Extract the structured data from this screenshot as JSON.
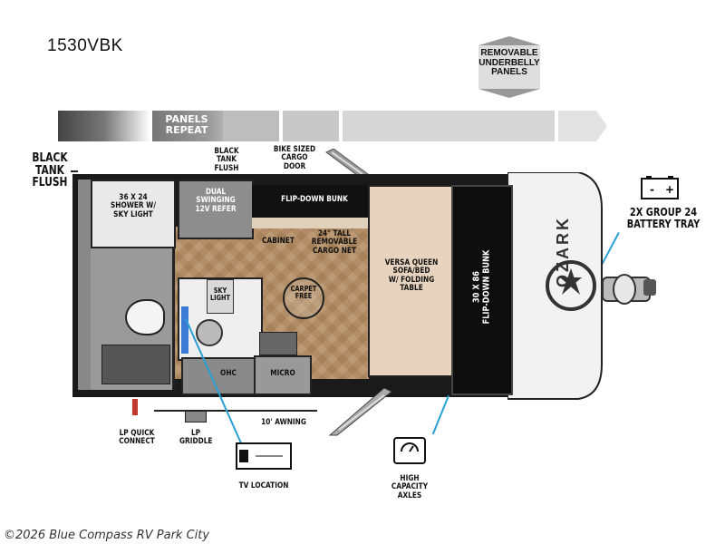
{
  "model": "1530VBK",
  "underbelly": {
    "line1": "REMOVABLE",
    "line2": "UNDERBELLY",
    "line3": "PANELS"
  },
  "panels_repeat": {
    "line1": "PANELS",
    "line2": "REPEAT"
  },
  "labels": {
    "black_tank_flush_left": {
      "line1": "BLACK TANK",
      "line2": "FLUSH"
    },
    "black_tank_flush_top": {
      "line1": "BLACK TANK",
      "line2": "FLUSH"
    },
    "bike_cargo_door": {
      "line1": "BIKE SIZED",
      "line2": "CARGO DOOR"
    },
    "battery_tray": {
      "line1": "2X GROUP 24",
      "line2": "BATTERY TRAY"
    },
    "shower": {
      "line1": "36 X 24",
      "line2": "SHOWER W/",
      "line3": "SKY LIGHT"
    },
    "refer": {
      "line1": "DUAL",
      "line2": "SWINGING",
      "line3": "12V REFER"
    },
    "flip_down_bunk_top": "FLIP-DOWN BUNK",
    "cabinet": "CABINET",
    "cargo_net": {
      "line1": "24\" TALL",
      "line2": "REMOVABLE",
      "line3": "CARGO NET"
    },
    "versa_queen": {
      "line1": "VERSA QUEEN",
      "line2": "SOFA/BED",
      "line3": "W/ FOLDING",
      "line4": "TABLE"
    },
    "flip_down_bunk_side": {
      "line1": "30 X 86",
      "line2": "FLIP-DOWN BUNK"
    },
    "sky_light": {
      "line1": "SKY",
      "line2": "LIGHT"
    },
    "carpet_free": {
      "line1": "CARPET",
      "line2": "FREE"
    },
    "ohc": "OHC",
    "micro": "MICRO",
    "lp_quick_connect": {
      "line1": "LP QUICK",
      "line2": "CONNECT"
    },
    "lp_griddle": {
      "line1": "LP",
      "line2": "GRIDDLE"
    },
    "awning": "10' AWNING",
    "tv_location": "TV LOCATION",
    "axles": {
      "line1": "HIGH CAPACITY",
      "line2": "AXLES"
    }
  },
  "brand_text": "OZARK",
  "copyright": "©2026 Blue Compass RV Park City",
  "colors": {
    "floor": "#b58f66",
    "bunk": "#111111",
    "sofa": "#e7d3be",
    "nose": "#f2f2f2",
    "bar_dark": "#777777",
    "bar_mid": "#bdbdbd"
  }
}
